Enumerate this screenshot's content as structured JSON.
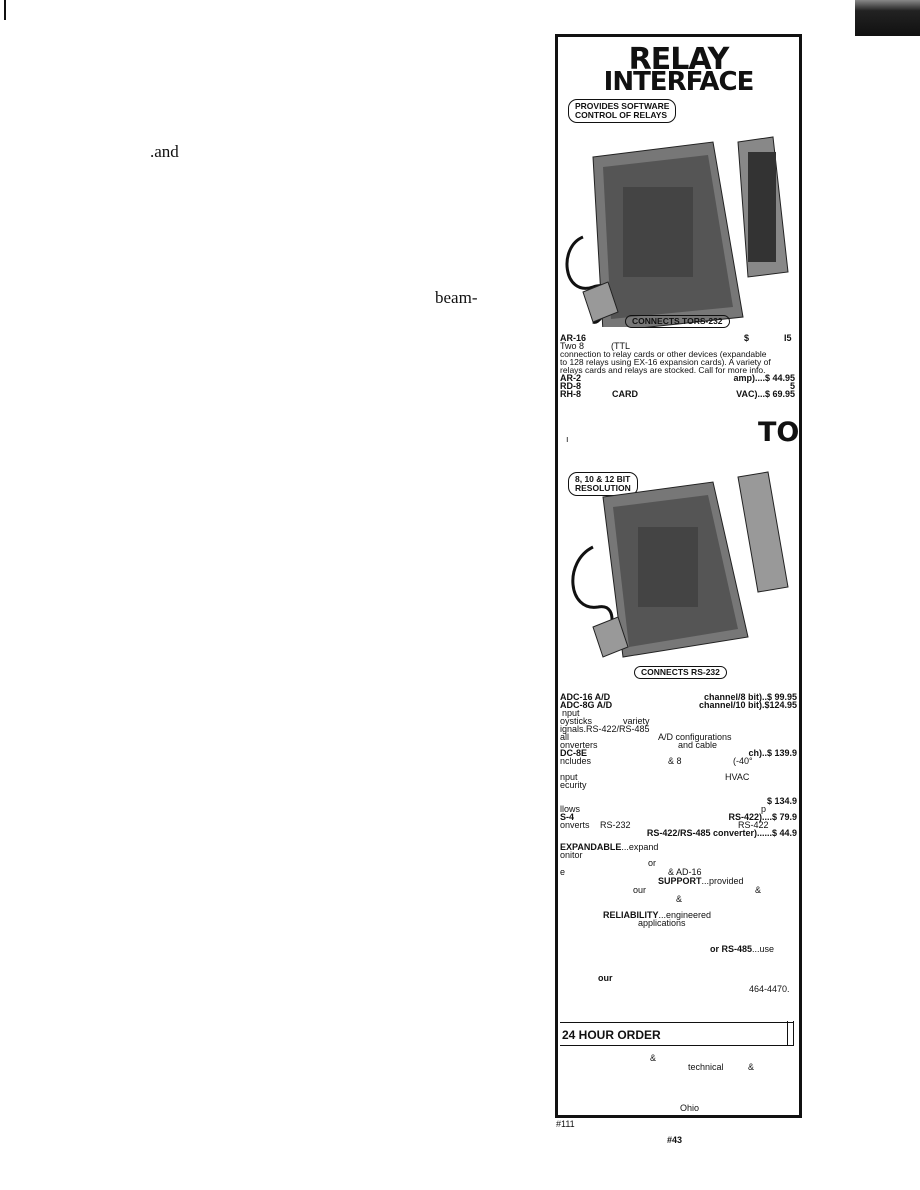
{
  "left_column": {
    "word1": ".and",
    "word2": "beam-"
  },
  "ad": {
    "title_line1": "RELAY",
    "title_line2": "INTERFACE",
    "badge1": [
      "PROVIDES SOFTWARE",
      "CONTROL OF RELAYS"
    ],
    "connects1": "CONNECTS TORS-232",
    "relay_text": {
      "ar16": "AR-16",
      "ar16_price": "$",
      "ar16_price2": "I5",
      "two8": "Two 8",
      "ttl": "(TTL",
      "desc1": "connection to relay cards or other devices (expandable",
      "desc2": "to 128 relays using EX-16 expansion cards). A variety of",
      "desc3": "relays cards and relays are stocked. Call for more info.",
      "ar2": "AR-2",
      "ar2_price": "amp)....$ 44.95",
      "rd8": "RD-8",
      "rd8_price": "5",
      "rh8": "RH-8",
      "rh8_card": "CARD",
      "rh8_price": "VAC)...$ 69.95"
    },
    "to_heading": "TO",
    "tick": "ı",
    "badge2": [
      "8, 10 & 12 BIT",
      "RESOLUTION"
    ],
    "connects2": "CONNECTS     RS-232",
    "adc_text": {
      "adc16": "ADC-16 A/D",
      "adc16_price": "channel/8 bit)..$ 99.95",
      "adc8g": "ADC-8G A/D",
      "adc8g_price": "channel/10 bit).$124.95",
      "input": "nput",
      "joysticks": "oysticks",
      "variety": "variety",
      "signals": "ignals.RS-422/RS-485",
      "call": "all",
      "adconf": "A/D configurations",
      "converters": "onverters",
      "cable": "and cable",
      "adc8e": "DC-8E",
      "adc8e_price": "ch)..$ 139.9",
      "includes": "ncludes",
      "and8": "& 8",
      "minus40": "(-40°",
      "input2": "nput",
      "hvac": "HVAC",
      "security": "ecurity",
      "price134": "$ 134.9",
      "allows": "llows",
      "p": "p",
      "s4": "S-4",
      "s4_price": "RS-422)....$ 79.9",
      "converts": "onverts",
      "rs232": "RS-232",
      "rs422": "RS-422",
      "conv_price": "RS-422/RS-485 converter)......$ 44.9",
      "expandable": "EXPANDABLE",
      "expand": "...expand",
      "monitor": "onitor",
      "or": "or",
      "ie": "e",
      "ad16": "& AD-16",
      "support": "SUPPORT",
      "provided": "...provided",
      "our": "our",
      "amp1": "&",
      "amp2": "&",
      "reliability": "RELIABILITY",
      "engineered": "...engineered",
      "applications": "applications",
      "or2": "or",
      "rs485": "RS-485",
      "use": "...use",
      "our2": "our",
      "phone": "464-4470."
    },
    "order_label": "24 HOUR ORDER",
    "bottom": {
      "amp": "&",
      "technical": "technical",
      "amp2": "&",
      "ohio": "Ohio"
    }
  },
  "footer": {
    "ref1": "#111",
    "ref2": "#43"
  }
}
